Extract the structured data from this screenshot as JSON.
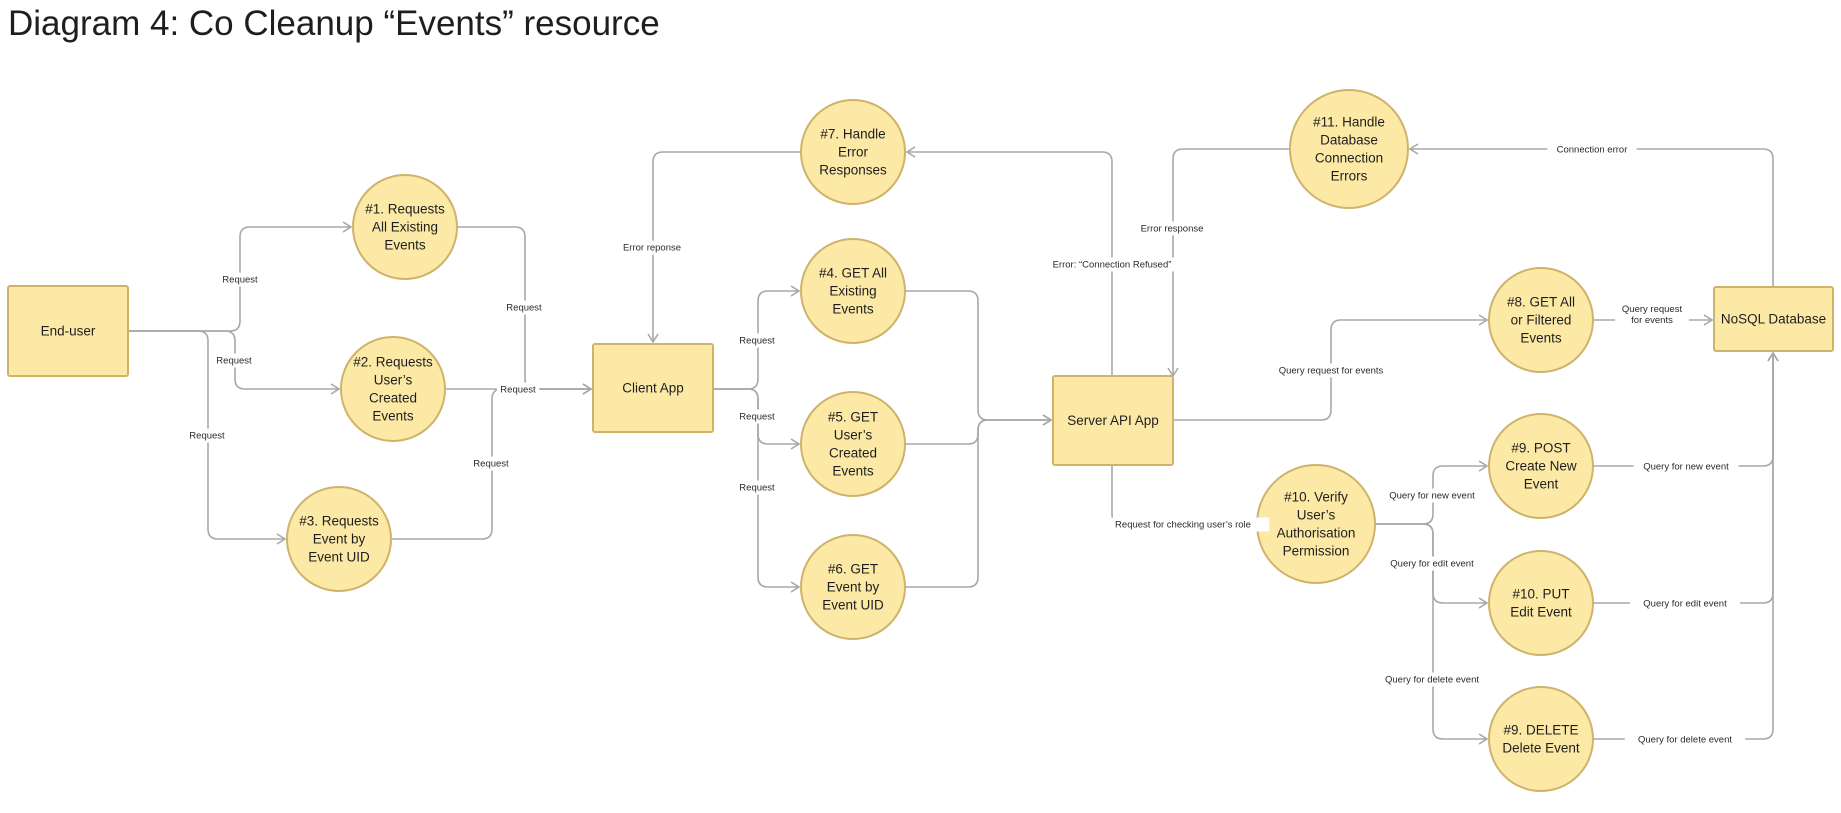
{
  "title": "Diagram 4: Co Cleanup “Events” resource",
  "nodes": [
    {
      "id": "end-user",
      "shape": "rect",
      "lines": [
        "End-user"
      ]
    },
    {
      "id": "n1",
      "shape": "circle",
      "lines": [
        "#1. Requests",
        "All Existing",
        "Events"
      ]
    },
    {
      "id": "n2",
      "shape": "circle",
      "lines": [
        "#2. Requests",
        "User’s",
        "Created",
        "Events"
      ]
    },
    {
      "id": "n3",
      "shape": "circle",
      "lines": [
        "#3. Requests",
        "Event by",
        "Event UID"
      ]
    },
    {
      "id": "client-app",
      "shape": "rect",
      "lines": [
        "Client App"
      ]
    },
    {
      "id": "n7",
      "shape": "circle",
      "lines": [
        "#7. Handle",
        "Error",
        "Responses"
      ]
    },
    {
      "id": "n4",
      "shape": "circle",
      "lines": [
        "#4. GET All",
        "Existing",
        "Events"
      ]
    },
    {
      "id": "n5",
      "shape": "circle",
      "lines": [
        "#5. GET",
        "User’s",
        "Created",
        "Events"
      ]
    },
    {
      "id": "n6",
      "shape": "circle",
      "lines": [
        "#6. GET",
        "Event by",
        "Event UID"
      ]
    },
    {
      "id": "server-api-app",
      "shape": "rect",
      "lines": [
        "Server API App"
      ]
    },
    {
      "id": "n11",
      "shape": "circle",
      "lines": [
        "#11. Handle",
        "Database",
        "Connection",
        "Errors"
      ]
    },
    {
      "id": "n8",
      "shape": "circle",
      "lines": [
        "#8. GET All",
        "or Filtered",
        "Events"
      ]
    },
    {
      "id": "nosql-db",
      "shape": "rect",
      "lines": [
        "NoSQL Database"
      ]
    },
    {
      "id": "n10-verify",
      "shape": "circle",
      "lines": [
        "#10. Verify",
        "User’s",
        "Authorisation",
        "Permission"
      ]
    },
    {
      "id": "n9-post",
      "shape": "circle",
      "lines": [
        "#9. POST",
        "Create New",
        "Event"
      ]
    },
    {
      "id": "n10-put",
      "shape": "circle",
      "lines": [
        "#10. PUT",
        "Edit Event"
      ]
    },
    {
      "id": "n9-delete",
      "shape": "circle",
      "lines": [
        "#9. DELETE",
        "Delete Event"
      ]
    }
  ],
  "edges": [
    {
      "id": "e-user-n1",
      "from": "end-user",
      "to": "n1",
      "label": "Request"
    },
    {
      "id": "e-user-n2",
      "from": "end-user",
      "to": "n2",
      "label": "Request"
    },
    {
      "id": "e-user-n3",
      "from": "end-user",
      "to": "n3",
      "label": "Request"
    },
    {
      "id": "e-n1-client",
      "from": "n1",
      "to": "client-app",
      "label": "Request"
    },
    {
      "id": "e-n2-client",
      "from": "n2",
      "to": "client-app",
      "label": "Request"
    },
    {
      "id": "e-n3-client",
      "from": "n3",
      "to": "client-app",
      "label": "Request"
    },
    {
      "id": "e-n7-client",
      "from": "n7",
      "to": "client-app",
      "label": "Error reponse"
    },
    {
      "id": "e-client-n4",
      "from": "client-app",
      "to": "n4",
      "label": "Request"
    },
    {
      "id": "e-client-n5",
      "from": "client-app",
      "to": "n5",
      "label": "Request"
    },
    {
      "id": "e-client-n6",
      "from": "client-app",
      "to": "n6",
      "label": "Request"
    },
    {
      "id": "e-n4-server",
      "from": "n4",
      "to": "server-api-app",
      "label": ""
    },
    {
      "id": "e-n5-server",
      "from": "n5",
      "to": "server-api-app",
      "label": ""
    },
    {
      "id": "e-n6-server",
      "from": "n6",
      "to": "server-api-app",
      "label": ""
    },
    {
      "id": "e-server-n7",
      "from": "server-api-app",
      "to": "n7",
      "label": "Error: “Connection Refused”"
    },
    {
      "id": "e-n11-server",
      "from": "n11",
      "to": "server-api-app",
      "label": "Error response"
    },
    {
      "id": "e-db-n11",
      "from": "nosql-db",
      "to": "n11",
      "label": "Connection error"
    },
    {
      "id": "e-server-n8",
      "from": "server-api-app",
      "to": "n8",
      "label": "Query request for events"
    },
    {
      "id": "e-n8-db",
      "from": "n8",
      "to": "nosql-db",
      "label": "Query request\nfor events"
    },
    {
      "id": "e-server-n10",
      "from": "server-api-app",
      "to": "n10-verify",
      "label": "Request for checking user’s role"
    },
    {
      "id": "e-n10-post",
      "from": "n10-verify",
      "to": "n9-post",
      "label": "Query for new event"
    },
    {
      "id": "e-n10-put",
      "from": "n10-verify",
      "to": "n10-put",
      "label": "Query for edit event"
    },
    {
      "id": "e-n10-delete",
      "from": "n10-verify",
      "to": "n9-delete",
      "label": "Query for delete event"
    },
    {
      "id": "e-post-db",
      "from": "n9-post",
      "to": "nosql-db",
      "label": "Query for new event"
    },
    {
      "id": "e-put-db",
      "from": "n10-put",
      "to": "nosql-db",
      "label": "Query for edit event"
    },
    {
      "id": "e-delete-db",
      "from": "n9-delete",
      "to": "nosql-db",
      "label": "Query for delete event"
    }
  ]
}
